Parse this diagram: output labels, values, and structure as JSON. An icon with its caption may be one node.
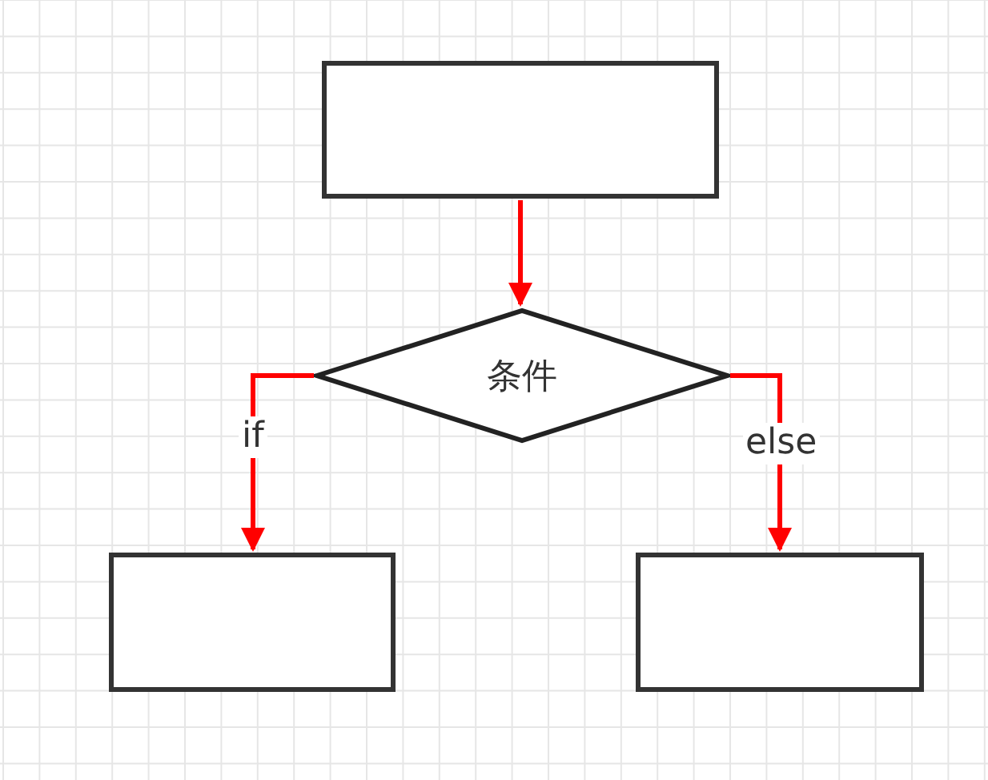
{
  "diagram": {
    "nodes": [
      {
        "text": [],
        "shape": "box"
      },
      {
        "text": [
          "条件"
        ]
      },
      {
        "text": [],
        "shape": "box"
      },
      {
        "text": [],
        "shape": "box"
      }
    ],
    "edges": [
      {
        "from": 0,
        "to": 1,
        "arrow": "to"
      },
      {
        "from": 1,
        "to": 2,
        "arrow": "to",
        "label": "if"
      },
      {
        "from": 1,
        "to": 3,
        "arrow": "to",
        "label": "else"
      }
    ]
  }
}
